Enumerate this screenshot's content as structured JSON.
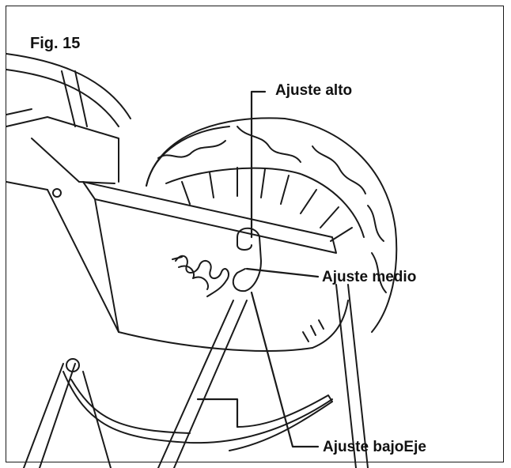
{
  "figure": {
    "title": "Fig. 15"
  },
  "callouts": {
    "high": "Ajuste alto",
    "medium": "Ajuste medio",
    "low": "Ajuste bajoEje"
  },
  "colors": {
    "ink": "#1a1a1a",
    "paper": "#ffffff"
  }
}
